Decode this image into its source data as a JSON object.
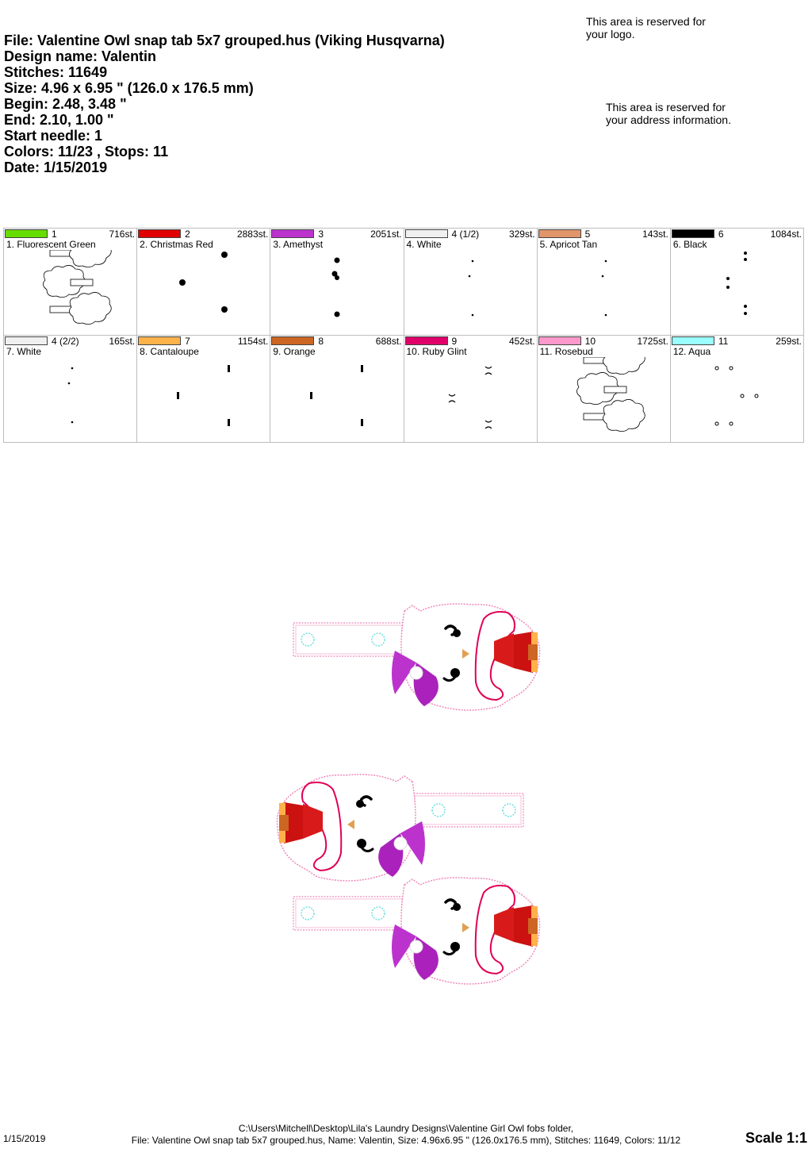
{
  "header": {
    "file": "File: Valentine Owl snap tab 5x7 grouped.hus  (Viking Husqvarna)",
    "design_name": "Design name: Valentin",
    "stitches": "Stitches: 11649",
    "size": "Size: 4.96 x 6.95 \" (126.0 x 176.5 mm)",
    "begin": "Begin: 2.48, 3.48 \"",
    "end": "End: 2.10, 1.00 \"",
    "start_needle": "Start needle: 1",
    "colors_stops": "Colors: 11/23 , Stops: 11",
    "date": "Date: 1/15/2019"
  },
  "reserved": {
    "logo": "This area is reserved for your logo.",
    "address": "This area is reserved for your address information."
  },
  "colors": [
    {
      "num": "1",
      "st": "716st.",
      "name": "1. Fluorescent Green",
      "color": "#66dd00",
      "thumb": "outline"
    },
    {
      "num": "2",
      "st": "2883st.",
      "name": "2. Christmas Red",
      "color": "#e00000",
      "thumb": "blobs"
    },
    {
      "num": "3",
      "st": "2051st.",
      "name": "3. Amethyst",
      "color": "#bb33cc",
      "thumb": "bows"
    },
    {
      "num": "4 (1/2)",
      "st": "329st.",
      "name": "4. White",
      "color": "#f0f0f0",
      "thumb": "dots"
    },
    {
      "num": "5",
      "st": "143st.",
      "name": "5. Apricot Tan",
      "color": "#e0956a",
      "thumb": "dots"
    },
    {
      "num": "6",
      "st": "1084st.",
      "name": "6. Black",
      "color": "#000000",
      "thumb": "eyes"
    },
    {
      "num": "4 (2/2)",
      "st": "165st.",
      "name": "7. White",
      "color": "#f0f0f0",
      "thumb": "dots"
    },
    {
      "num": "7",
      "st": "1154st.",
      "name": "8. Cantaloupe",
      "color": "#ffb24a",
      "thumb": "bars"
    },
    {
      "num": "8",
      "st": "688st.",
      "name": "9. Orange",
      "color": "#cc6622",
      "thumb": "bars"
    },
    {
      "num": "9",
      "st": "452st.",
      "name": "10. Ruby Glint",
      "color": "#e0006a",
      "thumb": "brackets"
    },
    {
      "num": "10",
      "st": "1725st.",
      "name": "11. Rosebud",
      "color": "#ff99cc",
      "thumb": "outline"
    },
    {
      "num": "11",
      "st": "259st.",
      "name": "12. Aqua",
      "color": "#99ffff",
      "thumb": "circles"
    }
  ],
  "footer": {
    "date": "1/15/2019",
    "path": "C:\\Users\\Mitchell\\Desktop\\Lila's Laundry Designs\\Valentine Girl Owl fobs folder,",
    "info": "File: Valentine Owl snap tab 5x7 grouped.hus, Name: Valentin, Size: 4.96x6.95 \" (126.0x176.5 mm), Stitches: 11649, Colors: 11/12",
    "scale": "Scale 1:1"
  }
}
